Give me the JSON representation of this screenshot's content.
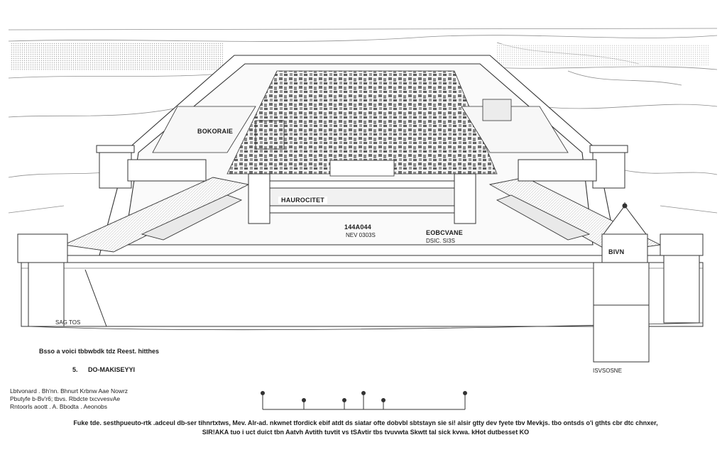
{
  "labels": {
    "left_building": "BOKORAIE",
    "center_gate": "HAUROCITET",
    "center_value": "144A044",
    "center_sub": "NEV 0303S",
    "right_name": "EOBCVANE",
    "right_sub": "DSIC. SI3S",
    "tower": "BIVN",
    "bottom_left": "SAG TOS",
    "bottom_right": "ISVSOSNE"
  },
  "caption": {
    "line1": "Bsso a voici tbbwbdk tdz Reest. hitthes",
    "number": "5.",
    "title": "DO-MAKISEYYI"
  },
  "notes": [
    "Lbtvonard . Bh'nn. Bhnurt Krbnw Aae Nowrz",
    "Pbutyfe b-Bv'r6; tbvs. Rbdcte txcvvesvAe",
    "Rntoorls aoott . A. Bbodta . Aeonobs"
  ],
  "footer": [
    "Fuke tde. sesthpueuto-rtk  .adceul  db-ser tihnrtxtws, Mev. Alr-ad. nkwnet tfordick  ebif atdt  ds  siatar ofte  dobvbl  sbtstayn  sie  si!  alsir  gtty  dev fyete  tbv Mevkjs. tbo ontsds  o'i  gthts  cbr  dtc  chnxer,",
    "SIR!AKA tuo i uct duict tbn Aatvh  Avtith  tuvtit  vs tSAvtir tbs  tvuvwta Skwtt tal  sick  kvwa.  kHot dutbesset KO"
  ]
}
